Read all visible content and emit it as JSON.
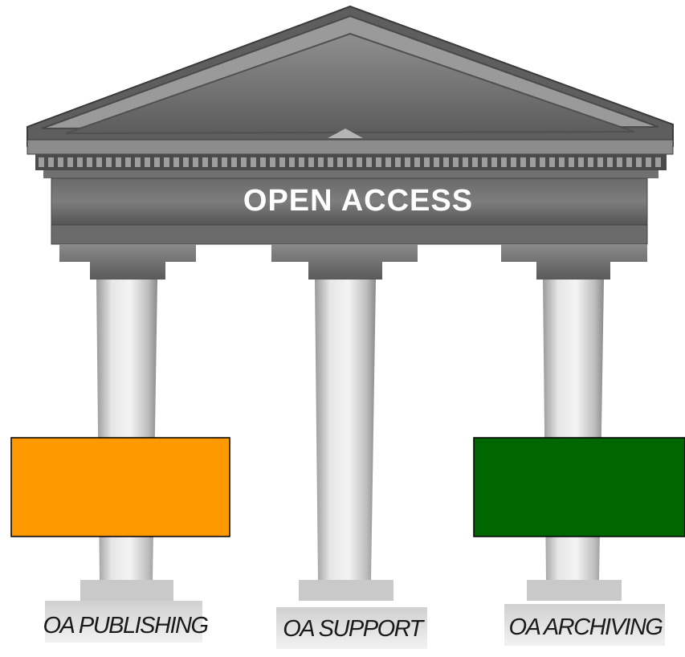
{
  "temple": {
    "title": "OPEN ACCESS"
  },
  "pillars": [
    {
      "label": "OA PUBLISHING",
      "box_color": "#ff9900"
    },
    {
      "label": "OA SUPPORT",
      "box_color": null
    },
    {
      "label": "OA ARCHIVING",
      "box_color": "#006600"
    }
  ],
  "colors": {
    "stone_dark": "#4a4a4a",
    "stone_mid": "#7a7a7a",
    "stone_light": "#d9d9d9",
    "publishing_box": "#ff9900",
    "archiving_box": "#006600"
  }
}
